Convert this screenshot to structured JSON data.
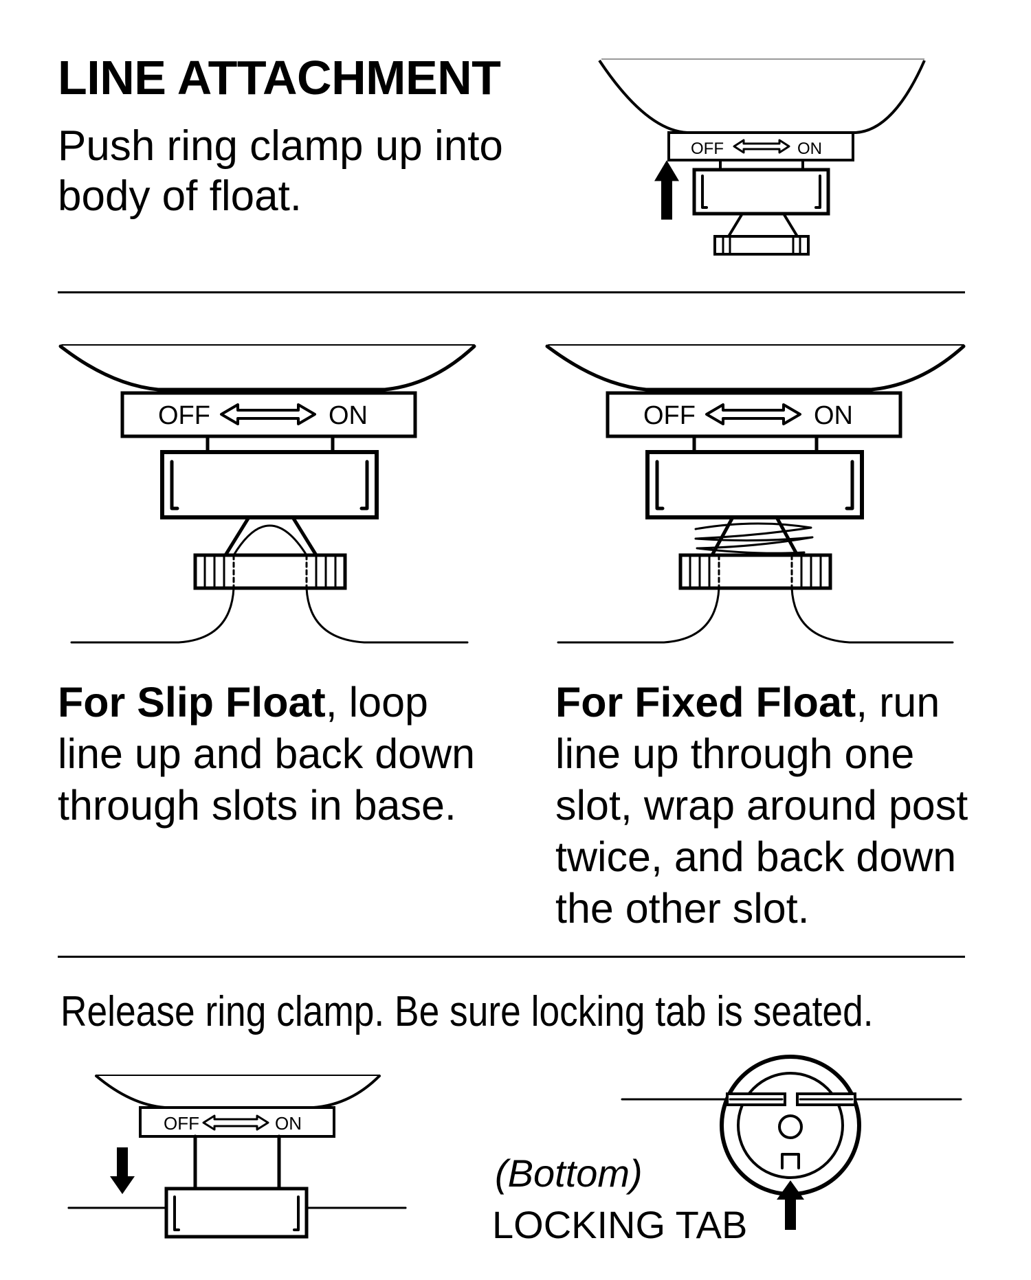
{
  "header": {
    "title": "LINE ATTACHMENT",
    "instruction": "Push ring clamp up into body of float."
  },
  "clamp_label": {
    "off": "OFF",
    "on": "ON"
  },
  "slip_float": {
    "heading": "For Slip Float",
    "text": ", loop line up and back down through slots in base."
  },
  "fixed_float": {
    "heading": "For Fixed Float",
    "text": ", run line up through one slot, wrap around post twice, and back down the other slot."
  },
  "release": {
    "instruction": "Release ring clamp. Be sure locking tab is seated."
  },
  "bottom_view": {
    "view_label": "(Bottom)",
    "tab_label": "LOCKING TAB"
  },
  "icons": [
    "arrow-up-icon",
    "arrow-down-icon",
    "double-arrow-icon"
  ]
}
